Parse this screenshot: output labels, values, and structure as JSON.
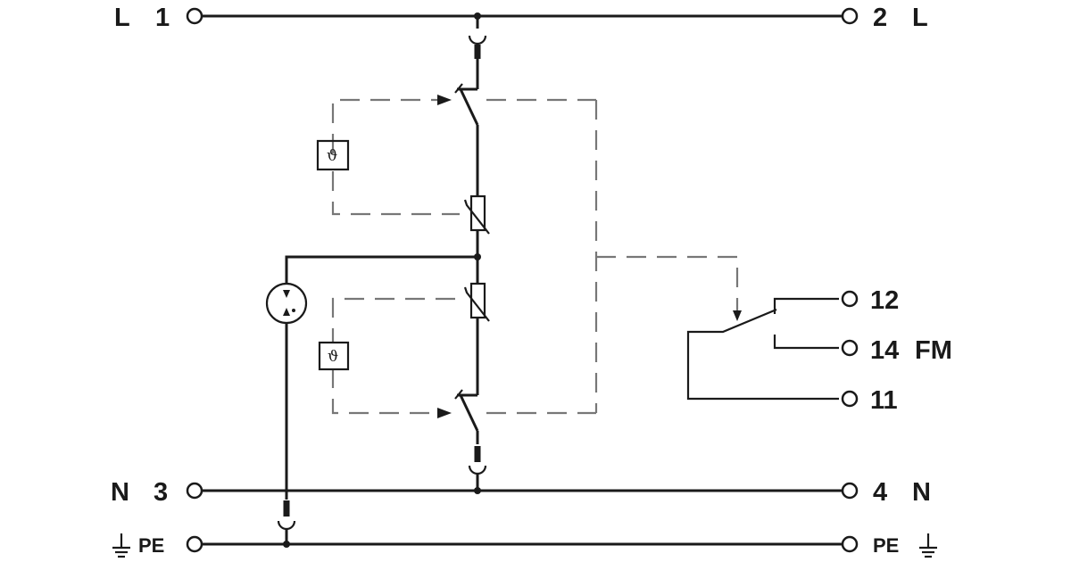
{
  "terminals": {
    "l_in": {
      "name": "L",
      "number": "1"
    },
    "l_out": {
      "name": "L",
      "number": "2"
    },
    "n_in": {
      "name": "N",
      "number": "3"
    },
    "n_out": {
      "name": "N",
      "number": "4"
    },
    "pe_in": {
      "name": "PE"
    },
    "pe_out": {
      "name": "PE"
    },
    "relay_nc": {
      "number": "12"
    },
    "relay_no": {
      "number": "14",
      "name": "FM"
    },
    "relay_com": {
      "number": "11"
    }
  },
  "symbols": {
    "thermal_label": "ϑ"
  }
}
